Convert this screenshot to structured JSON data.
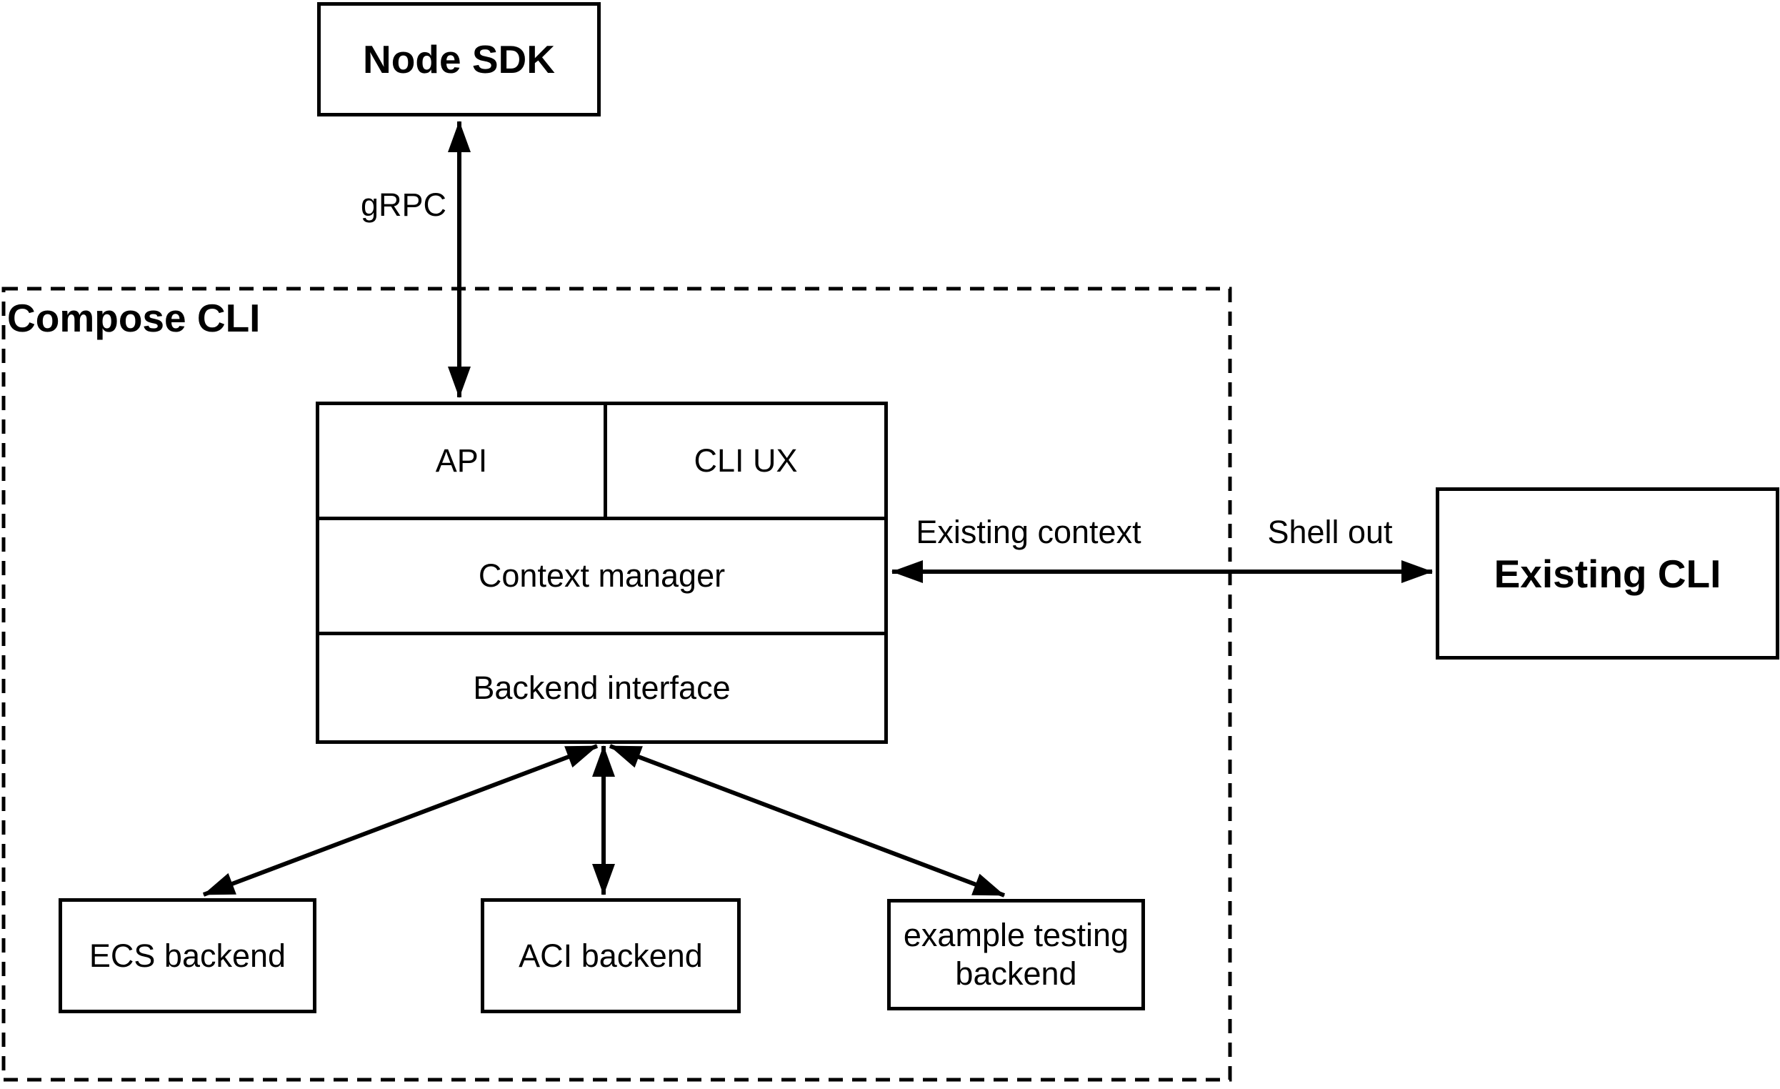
{
  "diagram": {
    "container": {
      "label": "Compose CLI"
    },
    "nodes": {
      "node_sdk": {
        "label": "Node SDK"
      },
      "api": {
        "label": "API"
      },
      "cli_ux": {
        "label": "CLI UX"
      },
      "context_manager": {
        "label": "Context manager"
      },
      "backend_interface": {
        "label": "Backend interface"
      },
      "ecs_backend": {
        "label": "ECS backend"
      },
      "aci_backend": {
        "label": "ACI backend"
      },
      "example_testing_backend": {
        "label": "example testing backend"
      },
      "existing_cli": {
        "label": "Existing CLI"
      }
    },
    "edge_labels": {
      "grpc": "gRPC",
      "existing_context": "Existing context",
      "shell_out": "Shell out"
    },
    "colors": {
      "stroke": "#000000",
      "background": "#ffffff"
    }
  }
}
